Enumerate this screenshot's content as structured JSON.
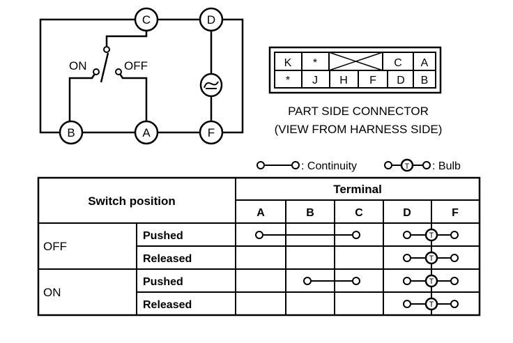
{
  "circuit": {
    "terminals": [
      "C",
      "D",
      "B",
      "A",
      "F"
    ],
    "on_label": "ON",
    "off_label": "OFF"
  },
  "connector": {
    "top_row": [
      "K",
      "*",
      "",
      "C",
      "A"
    ],
    "bottom_row": [
      "*",
      "J",
      "H",
      "F",
      "D",
      "B"
    ],
    "caption_line1": "PART SIDE CONNECTOR",
    "caption_line2": "(VIEW FROM HARNESS SIDE)"
  },
  "legend": {
    "continuity": ": Continuity",
    "bulb": ": Bulb"
  },
  "table": {
    "switch_position_header": "Switch position",
    "terminal_header": "Terminal",
    "columns": [
      "A",
      "B",
      "C",
      "D",
      "F"
    ],
    "rows": [
      {
        "position": "OFF",
        "state": "Pushed",
        "continuity": [
          "A",
          "C"
        ],
        "bulb": [
          "D",
          "F"
        ]
      },
      {
        "position": "",
        "state": "Released",
        "continuity": [],
        "bulb": [
          "D",
          "F"
        ]
      },
      {
        "position": "ON",
        "state": "Pushed",
        "continuity": [
          "B",
          "C"
        ],
        "bulb": [
          "D",
          "F"
        ]
      },
      {
        "position": "",
        "state": "Released",
        "continuity": [],
        "bulb": [
          "D",
          "F"
        ]
      }
    ],
    "off_label": "OFF",
    "on_label": "ON"
  }
}
